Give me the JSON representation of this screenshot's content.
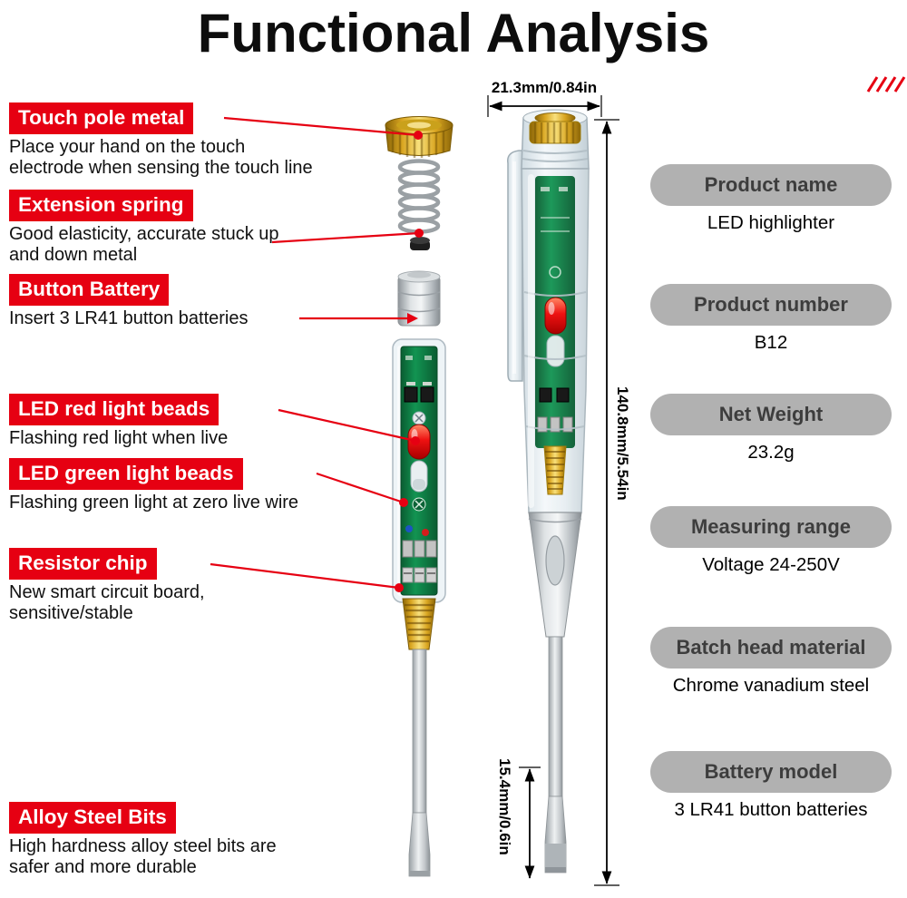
{
  "title": "Functional Analysis",
  "callouts": [
    {
      "label": "Touch pole metal",
      "description": "Place your hand on the touch\nelectrode when sensing the touch line"
    },
    {
      "label": "Extension spring",
      "description": "Good elasticity, accurate stuck up\nand down metal"
    },
    {
      "label": "Button Battery",
      "description": "Insert 3 LR41 button batteries"
    },
    {
      "label": "LED red light beads",
      "description": "Flashing red light when live"
    },
    {
      "label": "LED green light beads",
      "description": "Flashing green light at zero live wire"
    },
    {
      "label": "Resistor chip",
      "description": "New smart circuit board,\nsensitive/stable"
    },
    {
      "label": "Alloy Steel Bits",
      "description": "High hardness alloy steel bits are\nsafer and more durable"
    }
  ],
  "dimensions": {
    "width": "21.3mm/0.84in",
    "height": "140.8mm/5.54in",
    "tip_length": "15.4mm/0.6in"
  },
  "specs": [
    {
      "label": "Product name",
      "value": "LED highlighter"
    },
    {
      "label": "Product number",
      "value": "B12"
    },
    {
      "label": "Net Weight",
      "value": "23.2g"
    },
    {
      "label": "Measuring range",
      "value": "Voltage 24-250V"
    },
    {
      "label": "Batch head material",
      "value": "Chrome vanadium steel"
    },
    {
      "label": "Battery model",
      "value": "3 LR41 button batteries"
    }
  ],
  "colors": {
    "accent_red": "#e60012",
    "pill_gray": "#b1b1b1",
    "pcb_green": "#0f7c42",
    "gold": "#d9a520",
    "metal_silver": "#c9cdd0"
  }
}
